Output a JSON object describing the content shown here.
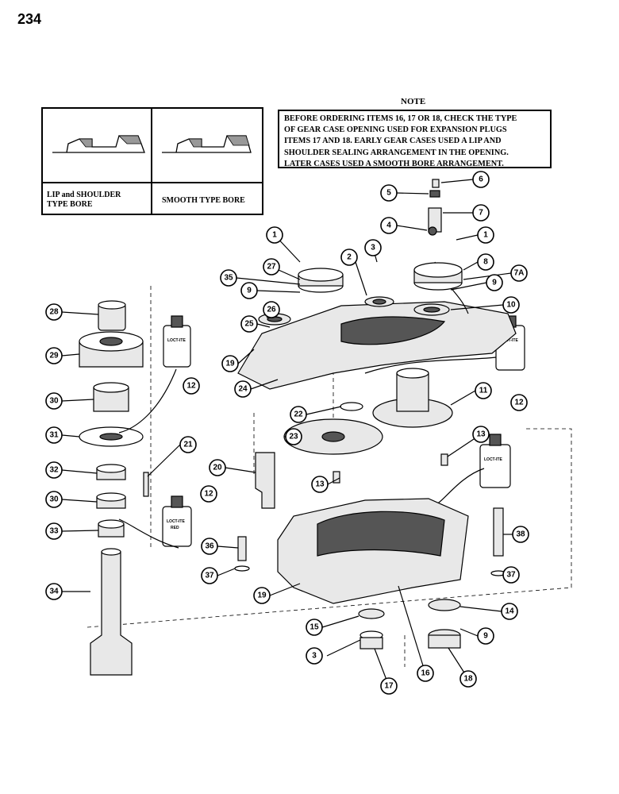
{
  "page_number": "234",
  "note": {
    "title": "NOTE",
    "lines": [
      "BEFORE ORDERING ITEMS 16, 17 OR 18, CHECK THE TYPE",
      "OF GEAR CASE OPENING USED FOR EXPANSION PLUGS",
      "ITEMS 17 AND 18. EARLY GEAR CASES USED A LIP AND",
      "SHOULDER SEALING ARRANGEMENT IN THE OPENING.",
      "LATER CASES USED A SMOOTH BORE ARRANGEMENT."
    ]
  },
  "bore_types": {
    "lip_line1": "LIP and SHOULDER",
    "lip_line2": "TYPE BORE",
    "smooth": "SMOOTH TYPE BORE"
  },
  "bottle_text": {
    "loctite_top": "LOCT-ITE",
    "loctite_bottom": "RED"
  },
  "callouts": [
    "1",
    "1",
    "2",
    "3",
    "3",
    "4",
    "5",
    "6",
    "7",
    "7A",
    "8",
    "9",
    "9",
    "9",
    "10",
    "11",
    "12",
    "12",
    "12",
    "13",
    "13",
    "14",
    "15",
    "16",
    "17",
    "18",
    "19",
    "19",
    "20",
    "21",
    "22",
    "23",
    "24",
    "25",
    "26",
    "27",
    "28",
    "29",
    "30",
    "30",
    "31",
    "32",
    "33",
    "34",
    "35",
    "36",
    "37",
    "37",
    "38"
  ]
}
